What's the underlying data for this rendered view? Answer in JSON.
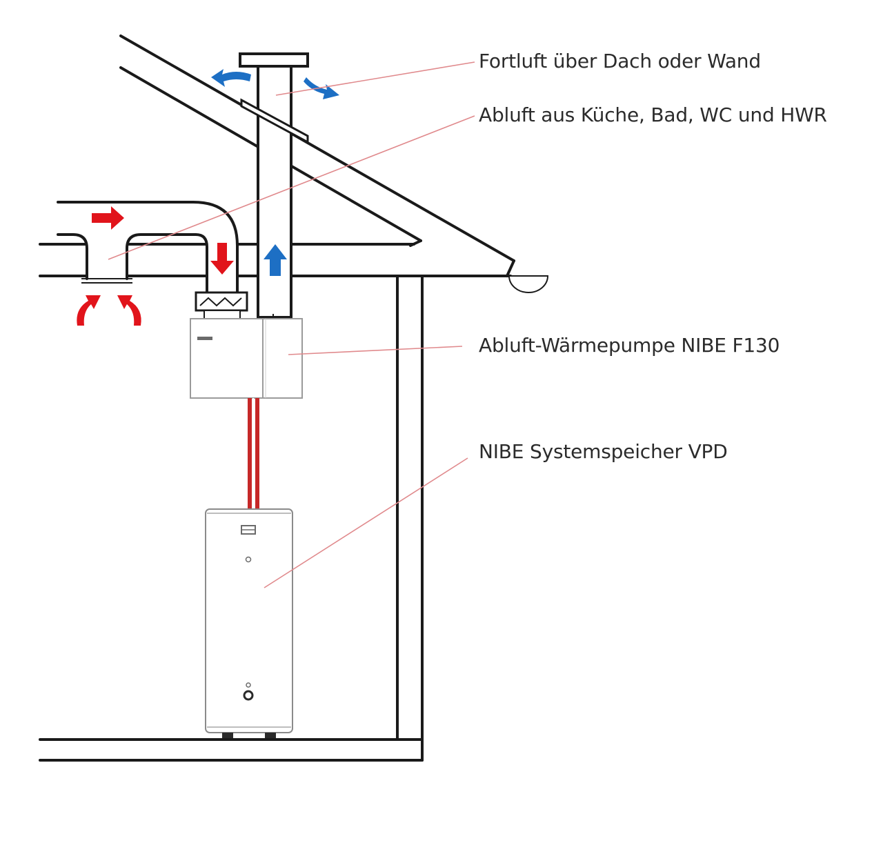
{
  "labels": {
    "fortluft": "Fortluft über Dach oder Wand",
    "abluft": "Abluft aus Küche, Bad, WC und HWR",
    "waermepumpe": "Abluft-Wärmepumpe NIBE F130",
    "speicher": "NIBE Systemspeicher VPD"
  },
  "colors": {
    "line": "#1a1a1a",
    "leader": "#e0898c",
    "warm_air": "#e1141b",
    "exhaust_air": "#1d6fc4",
    "pipe": "#c62828"
  },
  "icons": {
    "warm_air_arrow": "arrow-right-red",
    "exhaust_arrow": "arrow-up-blue"
  }
}
